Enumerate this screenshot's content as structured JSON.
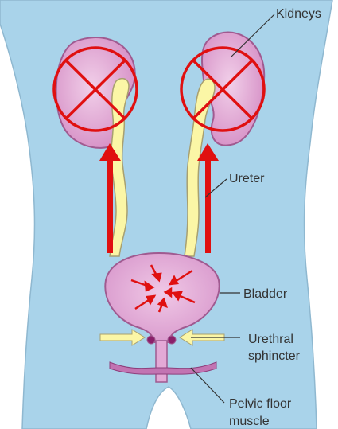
{
  "labels": {
    "kidneys": "Kidneys",
    "ureter": "Ureter",
    "bladder": "Bladder",
    "sphincter_line1": "Urethral",
    "sphincter_line2": "sphincter",
    "pelvic_line1": "Pelvic floor",
    "pelvic_line2": "muscle"
  },
  "colors": {
    "body": "#a9d3ea",
    "body_outline": "#8fb8d0",
    "organ_pink": "#e3a9d6",
    "organ_outline": "#a05a90",
    "ureter_yellow": "#fbf6a6",
    "ureter_outline": "#a8a070",
    "red_marks": "#e01010",
    "sphincter_arrows": "#fbf6a6"
  }
}
